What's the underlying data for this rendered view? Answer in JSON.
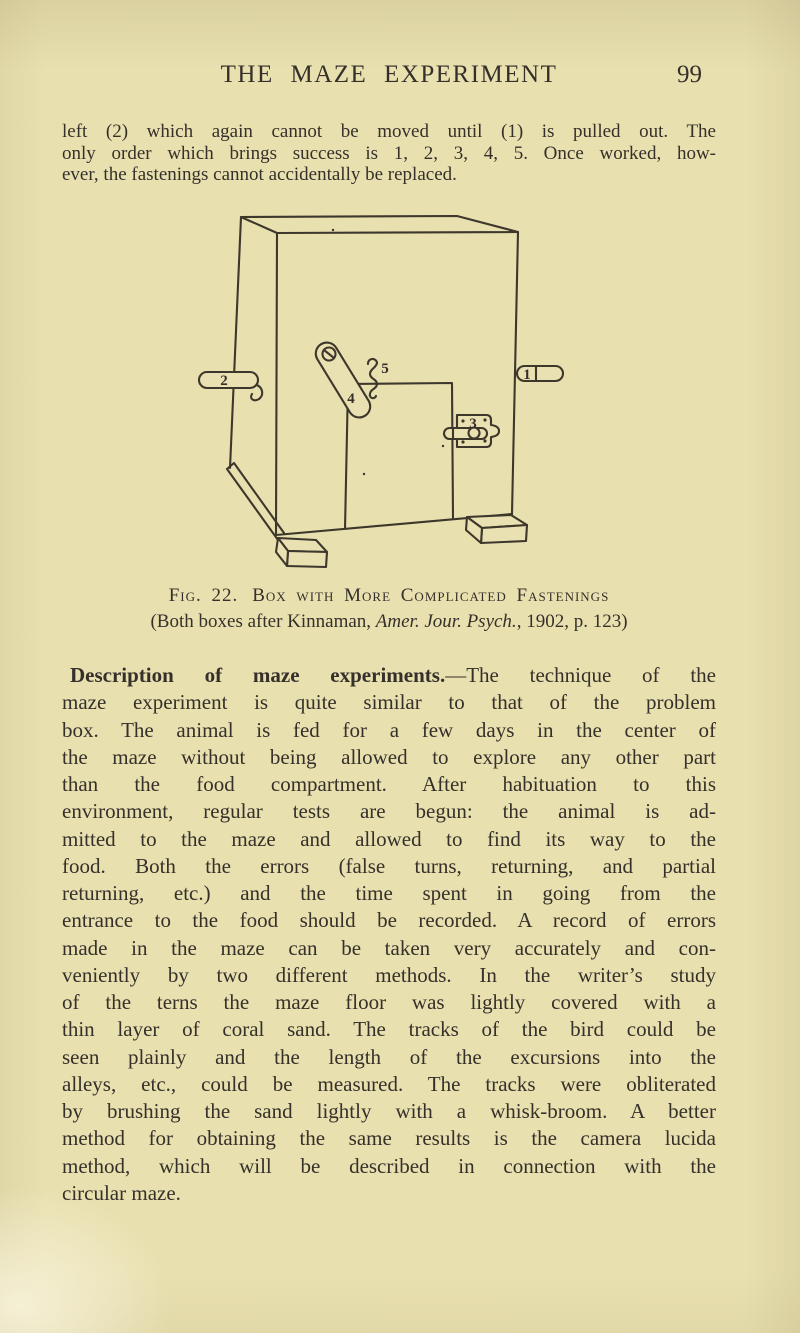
{
  "colors": {
    "paper": "#e9e0b0",
    "paper2": "#eae1b2",
    "ink": "#35302a",
    "figure_line": "#3d372c"
  },
  "header": {
    "title": "THE MAZE EXPERIMENT",
    "page_number": "99"
  },
  "intro": {
    "lines_justified": [
      "left (2) which again cannot be moved until (1) is pulled out. The",
      "only order which brings success is 1, 2, 3, 4, 5. Once worked, how-"
    ],
    "last_line": "ever, the fastenings cannot accidentally be replaced."
  },
  "figure": {
    "caption_label": "Fig. 22.",
    "caption_title": "Box with More Complicated Fastenings",
    "credit_prefix": "(Both boxes after Kinnaman, ",
    "credit_italic": "Amer. Jour. Psych.",
    "credit_suffix": ", 1902, p. 123)",
    "labels": {
      "peg_right": "1",
      "peg_left": "2",
      "bolt": "3",
      "button": "4",
      "hook": "5"
    }
  },
  "body": {
    "lead_bold": "Description of maze experiments.",
    "lead_rest": "—The technique of the",
    "lines": [
      "maze experiment is quite similar to that of the problem",
      "box. The animal is fed for a few days in the center of",
      "the maze without being allowed to explore any other part",
      "than the food compartment. After habituation to this",
      "environment, regular tests are begun: the animal is ad-",
      "mitted to the maze and allowed to find its way to the",
      "food. Both the errors (false turns, returning, and partial",
      "returning, etc.) and the time spent in going from the",
      "entrance to the food should be recorded. A record of errors",
      "made in the maze can be taken very accurately and con-",
      "veniently by two different methods. In the writer’s study",
      "of the terns the maze floor was lightly covered with a",
      "thin layer of coral sand. The tracks of the bird could be",
      "seen plainly and the length of the excursions into the",
      "alleys, etc., could be measured. The tracks were obliterated",
      "by brushing the sand lightly with a whisk-broom. A better",
      "method for obtaining the same results is the camera lucida",
      "method, which will be described in connection with the"
    ],
    "last_line": "circular maze."
  }
}
